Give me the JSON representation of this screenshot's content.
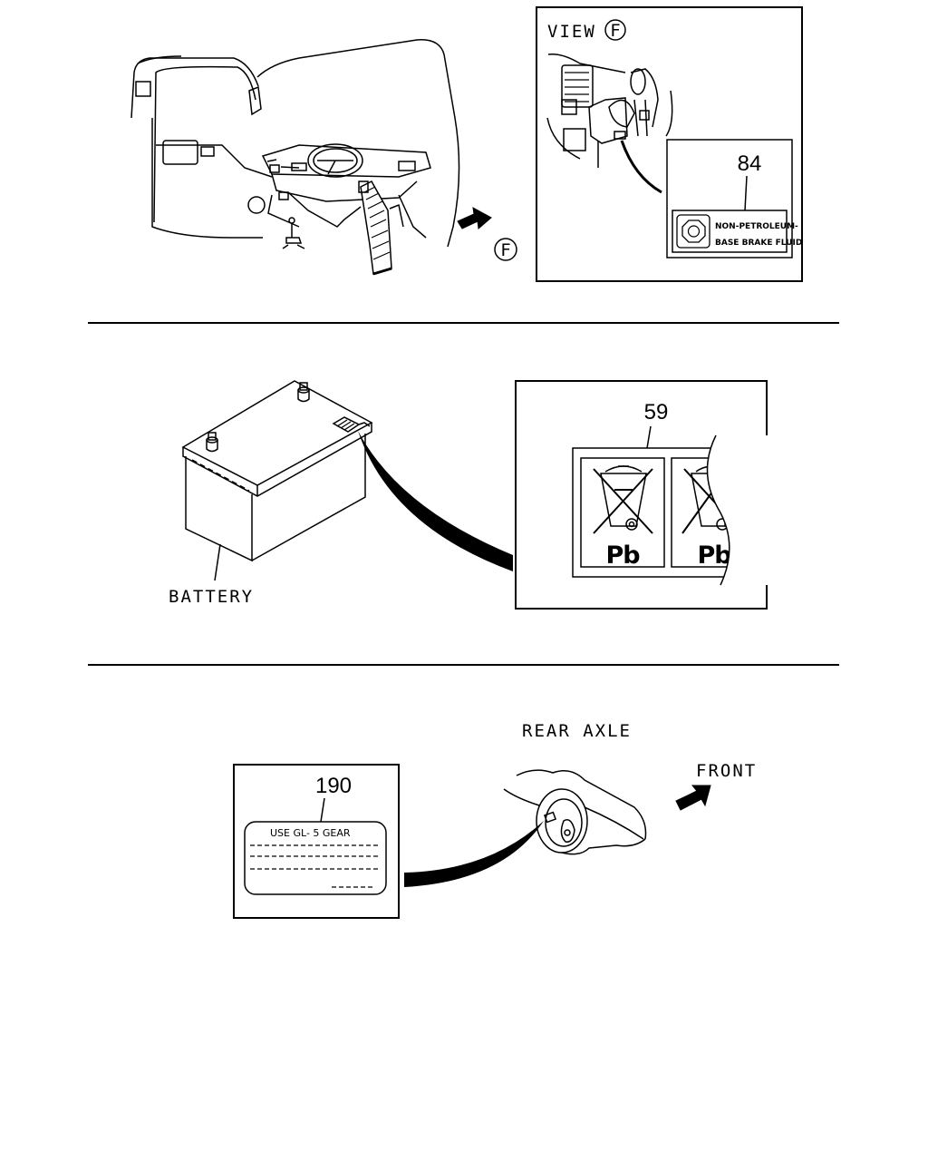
{
  "section1": {
    "view_label": "VIEW",
    "view_letter": "F",
    "arrow_letter": "F",
    "part_number": "84",
    "label_line1": "NON-PETROLEUM-",
    "label_line2": "BASE BRAKE FLUID"
  },
  "section2": {
    "battery_label": "BATTERY",
    "part_number": "59",
    "symbol_text_1": "Pb",
    "symbol_text_2": "Pb"
  },
  "section3": {
    "axle_label": "REAR AXLE",
    "front_label": "FRONT",
    "part_number": "190",
    "label_text": "USE GL- 5 GEAR"
  }
}
